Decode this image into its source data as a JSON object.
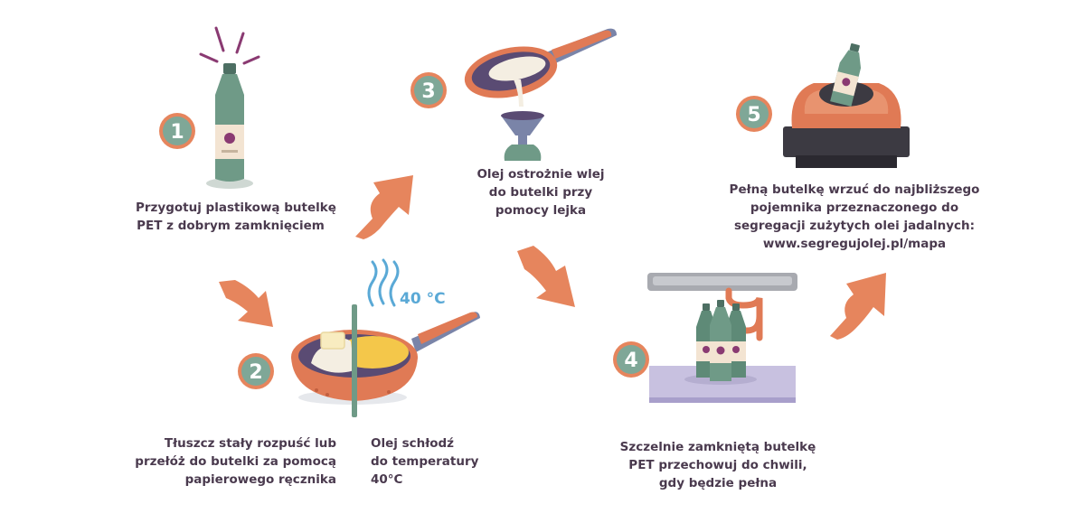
{
  "colors": {
    "badge_ring": "#e6855d",
    "badge_fill": "#7fa797",
    "arrow": "#e6855d",
    "text": "#4a3a4e",
    "temp": "#5aa9d6",
    "pan": "#e07a55",
    "bottle": "#6f9a87"
  },
  "steps": [
    {
      "number": "1",
      "lines": [
        "Przygotuj plastikową butelkę",
        "PET z dobrym zamknięciem"
      ]
    },
    {
      "number": "2",
      "lines": [
        "Tłuszcz stały rozpuść lub",
        "przełóż do butelki za pomocą",
        "papierowego ręcznika"
      ],
      "extra_lines": [
        "Olej schłodź",
        "do temperatury",
        "40°C"
      ],
      "temperature": "40 °C"
    },
    {
      "number": "3",
      "lines": [
        "Olej ostrożnie wlej",
        "do butelki przy",
        "pomocy lejka"
      ]
    },
    {
      "number": "4",
      "lines": [
        "Szczelnie zamkniętą butelkę",
        "PET przechowuj do chwili,",
        "gdy będzie pełna"
      ]
    },
    {
      "number": "5",
      "lines": [
        "Pełną butelkę wrzuć do najbliższego",
        "pojemnika przeznaczonego do",
        "segregacji zużytych olei jadalnych:",
        "www.segregujolej.pl/mapa"
      ]
    }
  ]
}
